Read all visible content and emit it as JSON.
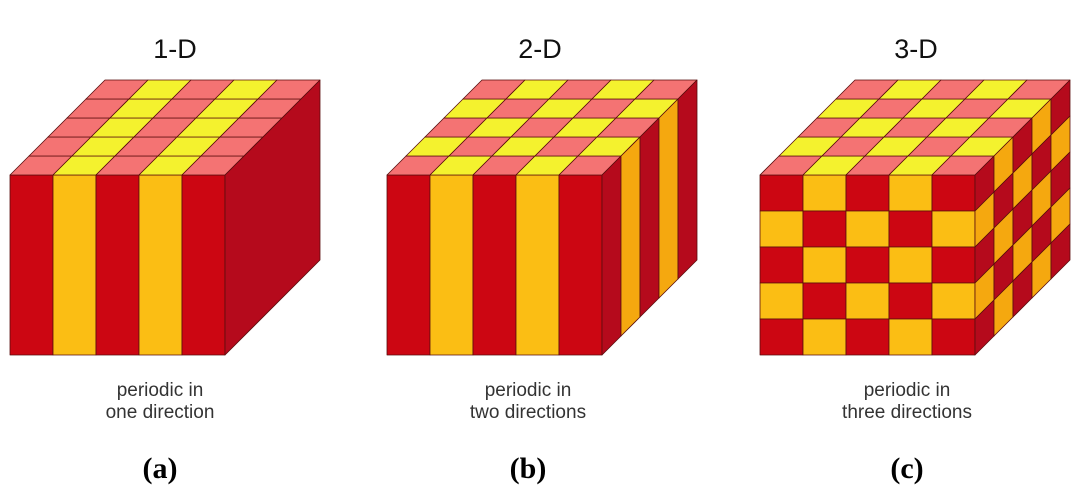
{
  "colors": {
    "top_a": "#f47373",
    "top_b": "#f4f22e",
    "front_a": "#cc0612",
    "front_b": "#fbbe14",
    "side_a": "#b50a1c",
    "side_b": "#f5a80f",
    "edge": "#5a0d0d"
  },
  "panels": [
    {
      "title": "1-D",
      "caption_line1": "periodic in",
      "caption_line2": "one direction",
      "label": "(a)",
      "periodicity": 1
    },
    {
      "title": "2-D",
      "caption_line1": "periodic in",
      "caption_line2": "two directions",
      "label": "(b)",
      "periodicity": 2
    },
    {
      "title": "3-D",
      "caption_line1": "periodic in",
      "caption_line2": "three directions",
      "label": "(c)",
      "periodicity": 3
    }
  ]
}
